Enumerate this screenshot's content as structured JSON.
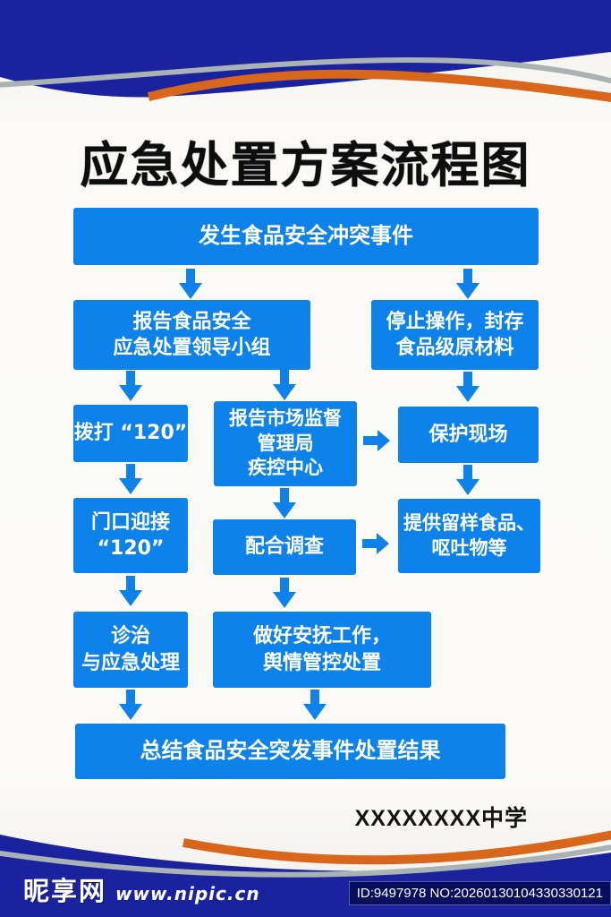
{
  "poster": {
    "title": "应急处置方案流程图",
    "school_name": "XXXXXXXX中学"
  },
  "flowchart": {
    "type": "flowchart",
    "nodes": {
      "start": "发生食品安全冲突事件",
      "report_team": "报告食品安全\n应急处置领导小组",
      "stop_seal": "停止操作，封存\n食品级原材料",
      "call_120": "拨打 “120”",
      "report_authorities": "报告市场监督\n管理局\n疾控中心",
      "protect_scene": "保护现场",
      "meet_120": "门口迎接\n“120”",
      "cooperate": "配合调查",
      "provide_samples": "提供留样食品、\n呕吐物等",
      "treatment": "诊治\n与应急处理",
      "comfort": "做好安抚工作，\n舆情管控处置",
      "summary": "总结食品安全突发事件处置结果"
    },
    "edges": [
      "start→report_team",
      "start→stop_seal",
      "report_team→call_120",
      "report_team→report_authorities",
      "stop_seal→protect_scene",
      "call_120→meet_120",
      "report_authorities→cooperate",
      "report_authorities→protect_scene",
      "protect_scene→provide_samples",
      "meet_120→treatment",
      "cooperate→comfort",
      "cooperate→provide_samples",
      "treatment→summary",
      "comfort→summary"
    ]
  },
  "watermark": {
    "site_name": "昵享网",
    "site_url": "www.nipic.cn",
    "image_id": "ID:9497978 NO:20260130104330330121"
  },
  "colors": {
    "navy": "#1b229e",
    "box_blue": "#0d82ea",
    "orange": "#d8671c",
    "silver": "#a9b3b3",
    "background": "#faf9f5"
  }
}
